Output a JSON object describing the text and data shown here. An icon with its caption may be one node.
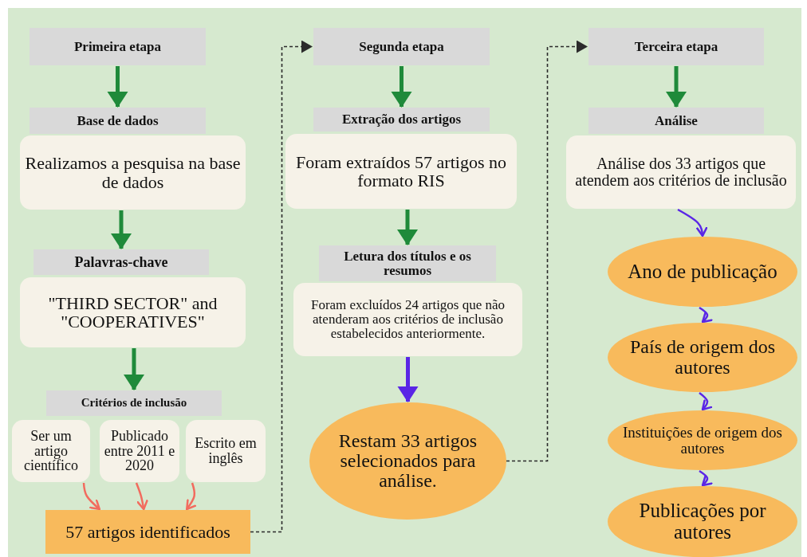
{
  "diagram": {
    "nodes": [
      {
        "text": [
          "Primeira etapa"
        ]
      },
      {
        "text": [
          "Base de dados"
        ]
      },
      {
        "text": [
          "Realizamos a pesquisa na base de dados"
        ]
      },
      {
        "text": [
          "Palavras-chave"
        ]
      },
      {
        "text": [
          "\"THIRD SECTOR\" and \"COOPERATIVES\""
        ]
      },
      {
        "text": [
          "Critérios de inclusão"
        ]
      },
      {
        "text": [
          "Ser um artigo científico"
        ]
      },
      {
        "text": [
          "Publicado entre 2011 e 2020"
        ]
      },
      {
        "text": [
          "Escrito em inglês"
        ]
      },
      {
        "text": [
          "57 artigos identificados"
        ]
      },
      {
        "text": [
          "Segunda etapa"
        ]
      },
      {
        "text": [
          "Extração dos artigos"
        ]
      },
      {
        "text": [
          "Foram extraídos 57 artigos no formato RIS"
        ]
      },
      {
        "text": [
          "Letura dos títulos e os resumos"
        ]
      },
      {
        "text": [
          "Foram excluídos 24 artigos que não atenderam aos critérios de inclusão estabelecidos anteriormente."
        ]
      },
      {
        "text": [
          "Restam 33 artigos selecionados para análise."
        ]
      },
      {
        "text": [
          "Terceira etapa"
        ]
      },
      {
        "text": [
          "Análise"
        ]
      },
      {
        "text": [
          "Análise dos 33 artigos que atendem aos critérios de inclusão"
        ]
      },
      {
        "text": [
          "Ano de publicação"
        ]
      },
      {
        "text": [
          "País de origem dos autores"
        ]
      },
      {
        "text": [
          "Instituições de origem dos autores"
        ]
      },
      {
        "text": [
          "Publicações por autores"
        ]
      }
    ],
    "edges": [
      {
        "from": 0,
        "to": 1,
        "arrow": "to",
        "style": "thick"
      },
      {
        "from": 2,
        "to": 3,
        "arrow": "to",
        "style": "thick"
      },
      {
        "from": 4,
        "to": 5,
        "arrow": "to",
        "style": "thick"
      },
      {
        "from": 6,
        "to": 9,
        "arrow": "to",
        "color": "#f26b5e"
      },
      {
        "from": 7,
        "to": 9,
        "arrow": "to",
        "color": "#f26b5e"
      },
      {
        "from": 8,
        "to": 9,
        "arrow": "to",
        "color": "#f26b5e"
      },
      {
        "from": 9,
        "to": 10,
        "arrow": "to",
        "style": "dashed",
        "color": "#2b2b2b"
      },
      {
        "from": 10,
        "to": 11,
        "arrow": "to",
        "style": "thick"
      },
      {
        "from": 12,
        "to": 13,
        "arrow": "to",
        "style": "thick"
      },
      {
        "from": 14,
        "to": 15,
        "arrow": "to",
        "style": "thick",
        "color": "#5a26e6"
      },
      {
        "from": 15,
        "to": 16,
        "arrow": "to",
        "style": "dashed",
        "color": "#2b2b2b"
      },
      {
        "from": 16,
        "to": 17,
        "arrow": "to",
        "style": "thick"
      },
      {
        "from": 18,
        "to": 19,
        "arrow": "to",
        "color": "#5a26e6"
      },
      {
        "from": 19,
        "to": 20,
        "arrow": "to",
        "color": "#5a26e6"
      },
      {
        "from": 20,
        "to": 21,
        "arrow": "to",
        "color": "#5a26e6"
      },
      {
        "from": 21,
        "to": 22,
        "arrow": "to",
        "color": "#5a26e6"
      }
    ]
  }
}
